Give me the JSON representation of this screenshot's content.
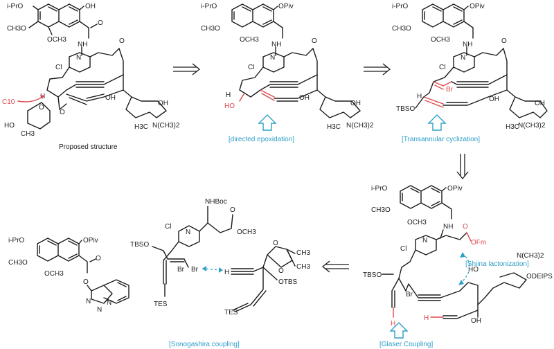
{
  "labels": {
    "c10": "C10",
    "proposed_structure": "Proposed structure",
    "directed_epoxidation": "[directed epoxidation]",
    "transannular_cyclization": "[Transannular cyclization]",
    "shiina_lactonization": "[Shiina lactonization]",
    "glaser_coupling": "[Glaser Coupling]",
    "sonogashira_coupling": "[Sonogashira coupling]"
  },
  "atoms": {
    "ipro": "i-PrO",
    "oh": "OH",
    "opiv": "OPiv",
    "ch3o": "CH3O",
    "och3": "OCH3",
    "nh": "NH",
    "cl": "Cl",
    "n": "N",
    "o": "O",
    "h": "H",
    "ho": "HO",
    "ch3": "CH3",
    "h3c": "H3C",
    "nme2": "N(CH3)2",
    "br": "Br",
    "tbso": "TBSO",
    "nhboc": "NHBoc",
    "och3_ester": "OCH3",
    "tes": "TES",
    "otbs": "OTBS",
    "ofm": "OFm",
    "odeips": "ODEIPS",
    "nn": "N",
    "hh": "H"
  },
  "colors": {
    "highlight": "#e0474c",
    "annotation": "#2f9fc8",
    "ink": "#1a1a1a"
  }
}
